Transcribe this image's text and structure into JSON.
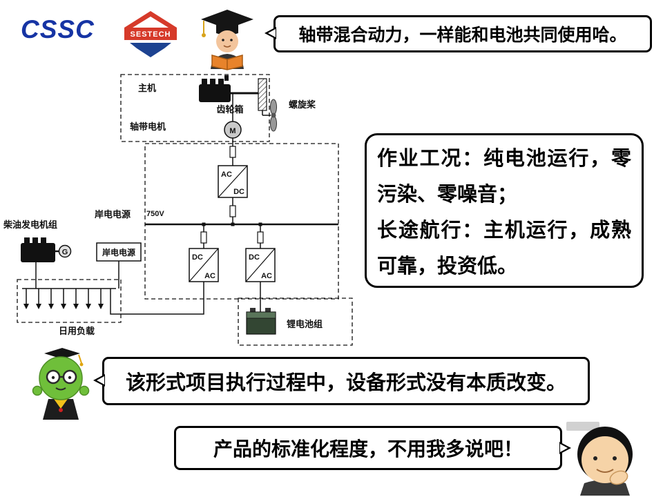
{
  "logos": {
    "cssc": "CSSC",
    "sestech": "SESTECH"
  },
  "bubbles": {
    "top": "轴带混合动力，一样能和电池共同使用哈。",
    "middle": "该形式项目执行过程中，设备形式没有本质改变。",
    "bottom": "产品的标准化程度，不用我多说吧！"
  },
  "info_box": {
    "line1": "作业工况：纯电池运行，零污染、零噪音；",
    "line2": "长途航行：主机运行，成熟可靠，投资低。"
  },
  "diagram": {
    "main_engine": "主机",
    "gearbox": "齿轮箱",
    "shaft_motor": "轴带电机",
    "propeller": "螺旋桨",
    "motor_m": "M",
    "bus_voltage": "750V",
    "ac": "AC",
    "dc": "DC",
    "diesel_genset": "柴油发电机组",
    "generator_g": "G",
    "shore_power": "岸电电源",
    "daily_load": "日用负载",
    "battery": "锂电池组"
  },
  "colors": {
    "cssc_blue": "#1634a4",
    "sestech_red": "#d63a2a",
    "sestech_blue": "#1d4391",
    "mascot_green": "#6fbf3a",
    "book_orange": "#e8832b",
    "bubble_border": "#000000"
  }
}
